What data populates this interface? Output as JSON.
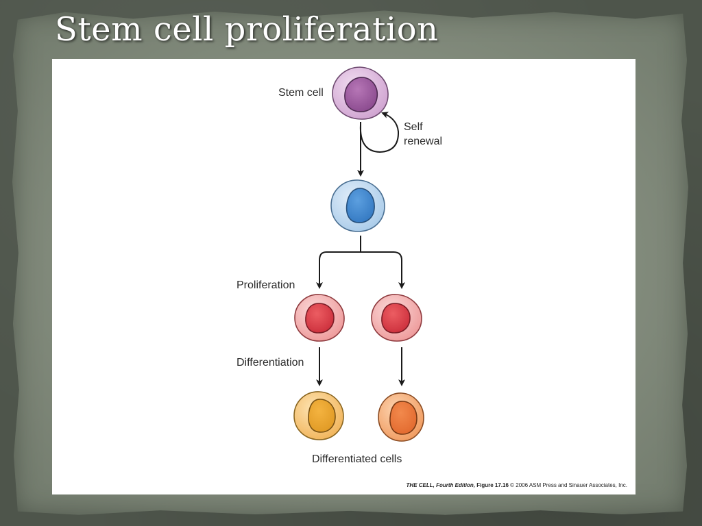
{
  "slide": {
    "title": "Stem cell proliferation"
  },
  "figure": {
    "labels": {
      "stem_cell": "Stem cell",
      "self_renewal_line1": "Self",
      "self_renewal_line2": "renewal",
      "proliferation": "Proliferation",
      "differentiation": "Differentiation",
      "differentiated_cells": "Differentiated cells"
    },
    "credit": {
      "book": "THE CELL, Fourth Edition,",
      "figure": "Figure 17.16",
      "copyright": "© 2006 ASM Press and Sinauer Associates, Inc."
    }
  },
  "colors": {
    "stem_cell": "#b681b8",
    "progenitor_cell": "#6aa4d9",
    "proliferating_cell": "#e86666",
    "differentiated_cell_left": "#eea63c",
    "differentiated_cell_right": "#ef8d4d"
  }
}
